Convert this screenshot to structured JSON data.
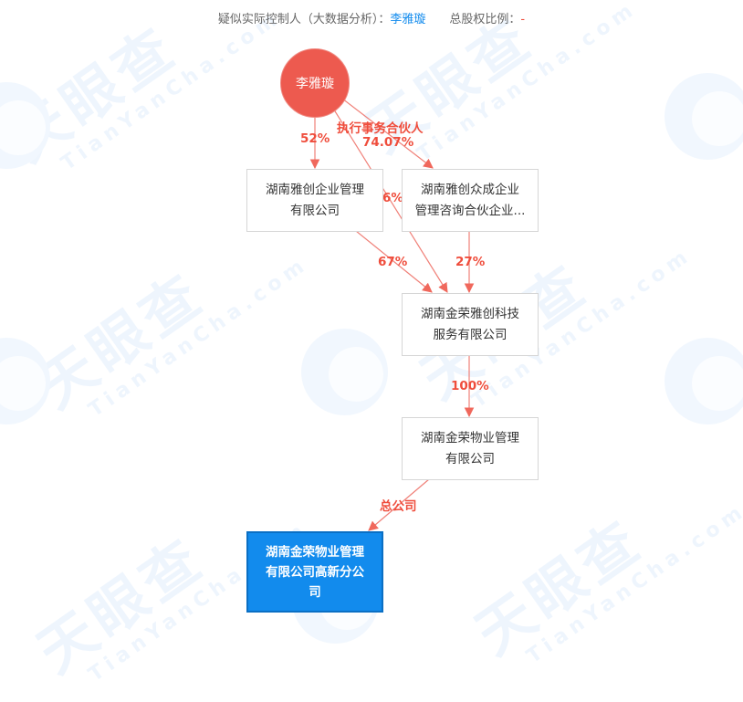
{
  "header": {
    "controller_label": "疑似实际控制人（大数据分析）：",
    "controller_name": "李雅璇",
    "ratio_label": "总股权比例：",
    "ratio_value": "-"
  },
  "watermark": {
    "cn": "天眼查",
    "en": "TianYanCha.com"
  },
  "colors": {
    "accent_red": "#ef4d3c",
    "person_fill": "#ed5a4f",
    "target_fill": "#128bed",
    "link_blue": "#128bed",
    "edge": "#f08078"
  },
  "nodes": {
    "person": "李雅璇",
    "company_a": [
      "湖南雅创企业管理",
      "有限公司"
    ],
    "company_b": [
      "湖南雅创众成企业",
      "管理咨询合伙企业..."
    ],
    "company_c": [
      "湖南金荣雅创科技",
      "服务有限公司"
    ],
    "company_d": [
      "湖南金荣物业管理",
      "有限公司"
    ],
    "target": [
      "湖南金荣物业管理",
      "有限公司高新分公",
      "司"
    ]
  },
  "edges": [
    {
      "from": "李雅璇",
      "to": "湖南雅创企业管理有限公司",
      "label": "52%"
    },
    {
      "from": "李雅璇",
      "to": "湖南雅创众成企业管理咨询合伙企业...",
      "label_role": "执行事务合伙人",
      "label": "74.07%"
    },
    {
      "from": "李雅璇",
      "to": "湖南金荣雅创科技服务有限公司",
      "label": "6%"
    },
    {
      "from": "湖南雅创企业管理有限公司",
      "to": "湖南金荣雅创科技服务有限公司",
      "label": "67%"
    },
    {
      "from": "湖南雅创众成企业管理咨询合伙企业...",
      "to": "湖南金荣雅创科技服务有限公司",
      "label": "27%"
    },
    {
      "from": "湖南金荣雅创科技服务有限公司",
      "to": "湖南金荣物业管理有限公司",
      "label": "100%"
    },
    {
      "from": "湖南金荣物业管理有限公司",
      "to": "湖南金荣物业管理有限公司高新分公司",
      "label": "总公司"
    }
  ]
}
